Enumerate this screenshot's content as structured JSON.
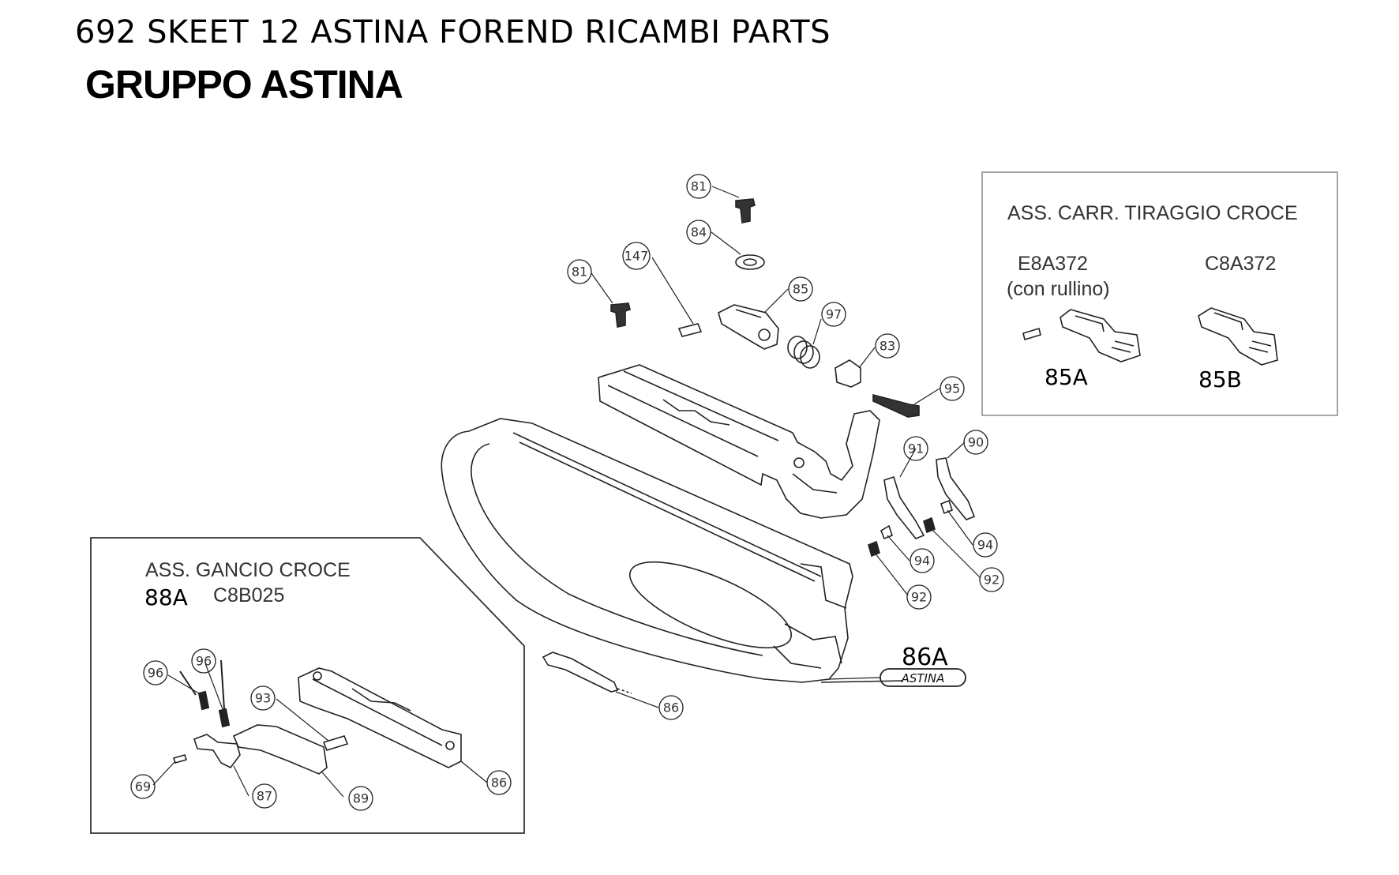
{
  "header": {
    "title": "692 SKEET 12 ASTINA FOREND RICAMBI PARTS",
    "group_title": "GRUPPO ASTINA"
  },
  "callouts": {
    "c81a": "81",
    "c84": "84",
    "c147": "147",
    "c81b": "81",
    "c85": "85",
    "c97": "97",
    "c83": "83",
    "c95": "95",
    "c91": "91",
    "c90": "90",
    "c94a": "94",
    "c94b": "94",
    "c92a": "92",
    "c92b": "92",
    "c86": "86",
    "c96a": "96",
    "c96b": "96",
    "c93": "93",
    "c69": "69",
    "c87": "87",
    "c89": "89",
    "c88": "86"
  },
  "forend": {
    "part_label": "86A",
    "stamp_text": "ASTINA"
  },
  "box_carriage": {
    "title": "ASS. CARR. TIRAGGIO CROCE",
    "left_code": "E8A372",
    "left_note": "(con rullino)",
    "right_code": "C8A372",
    "left_part": "85A",
    "right_part": "85B"
  },
  "box_hook": {
    "title": "ASS. GANCIO CROCE",
    "part": "88A",
    "code": "C8B025"
  }
}
